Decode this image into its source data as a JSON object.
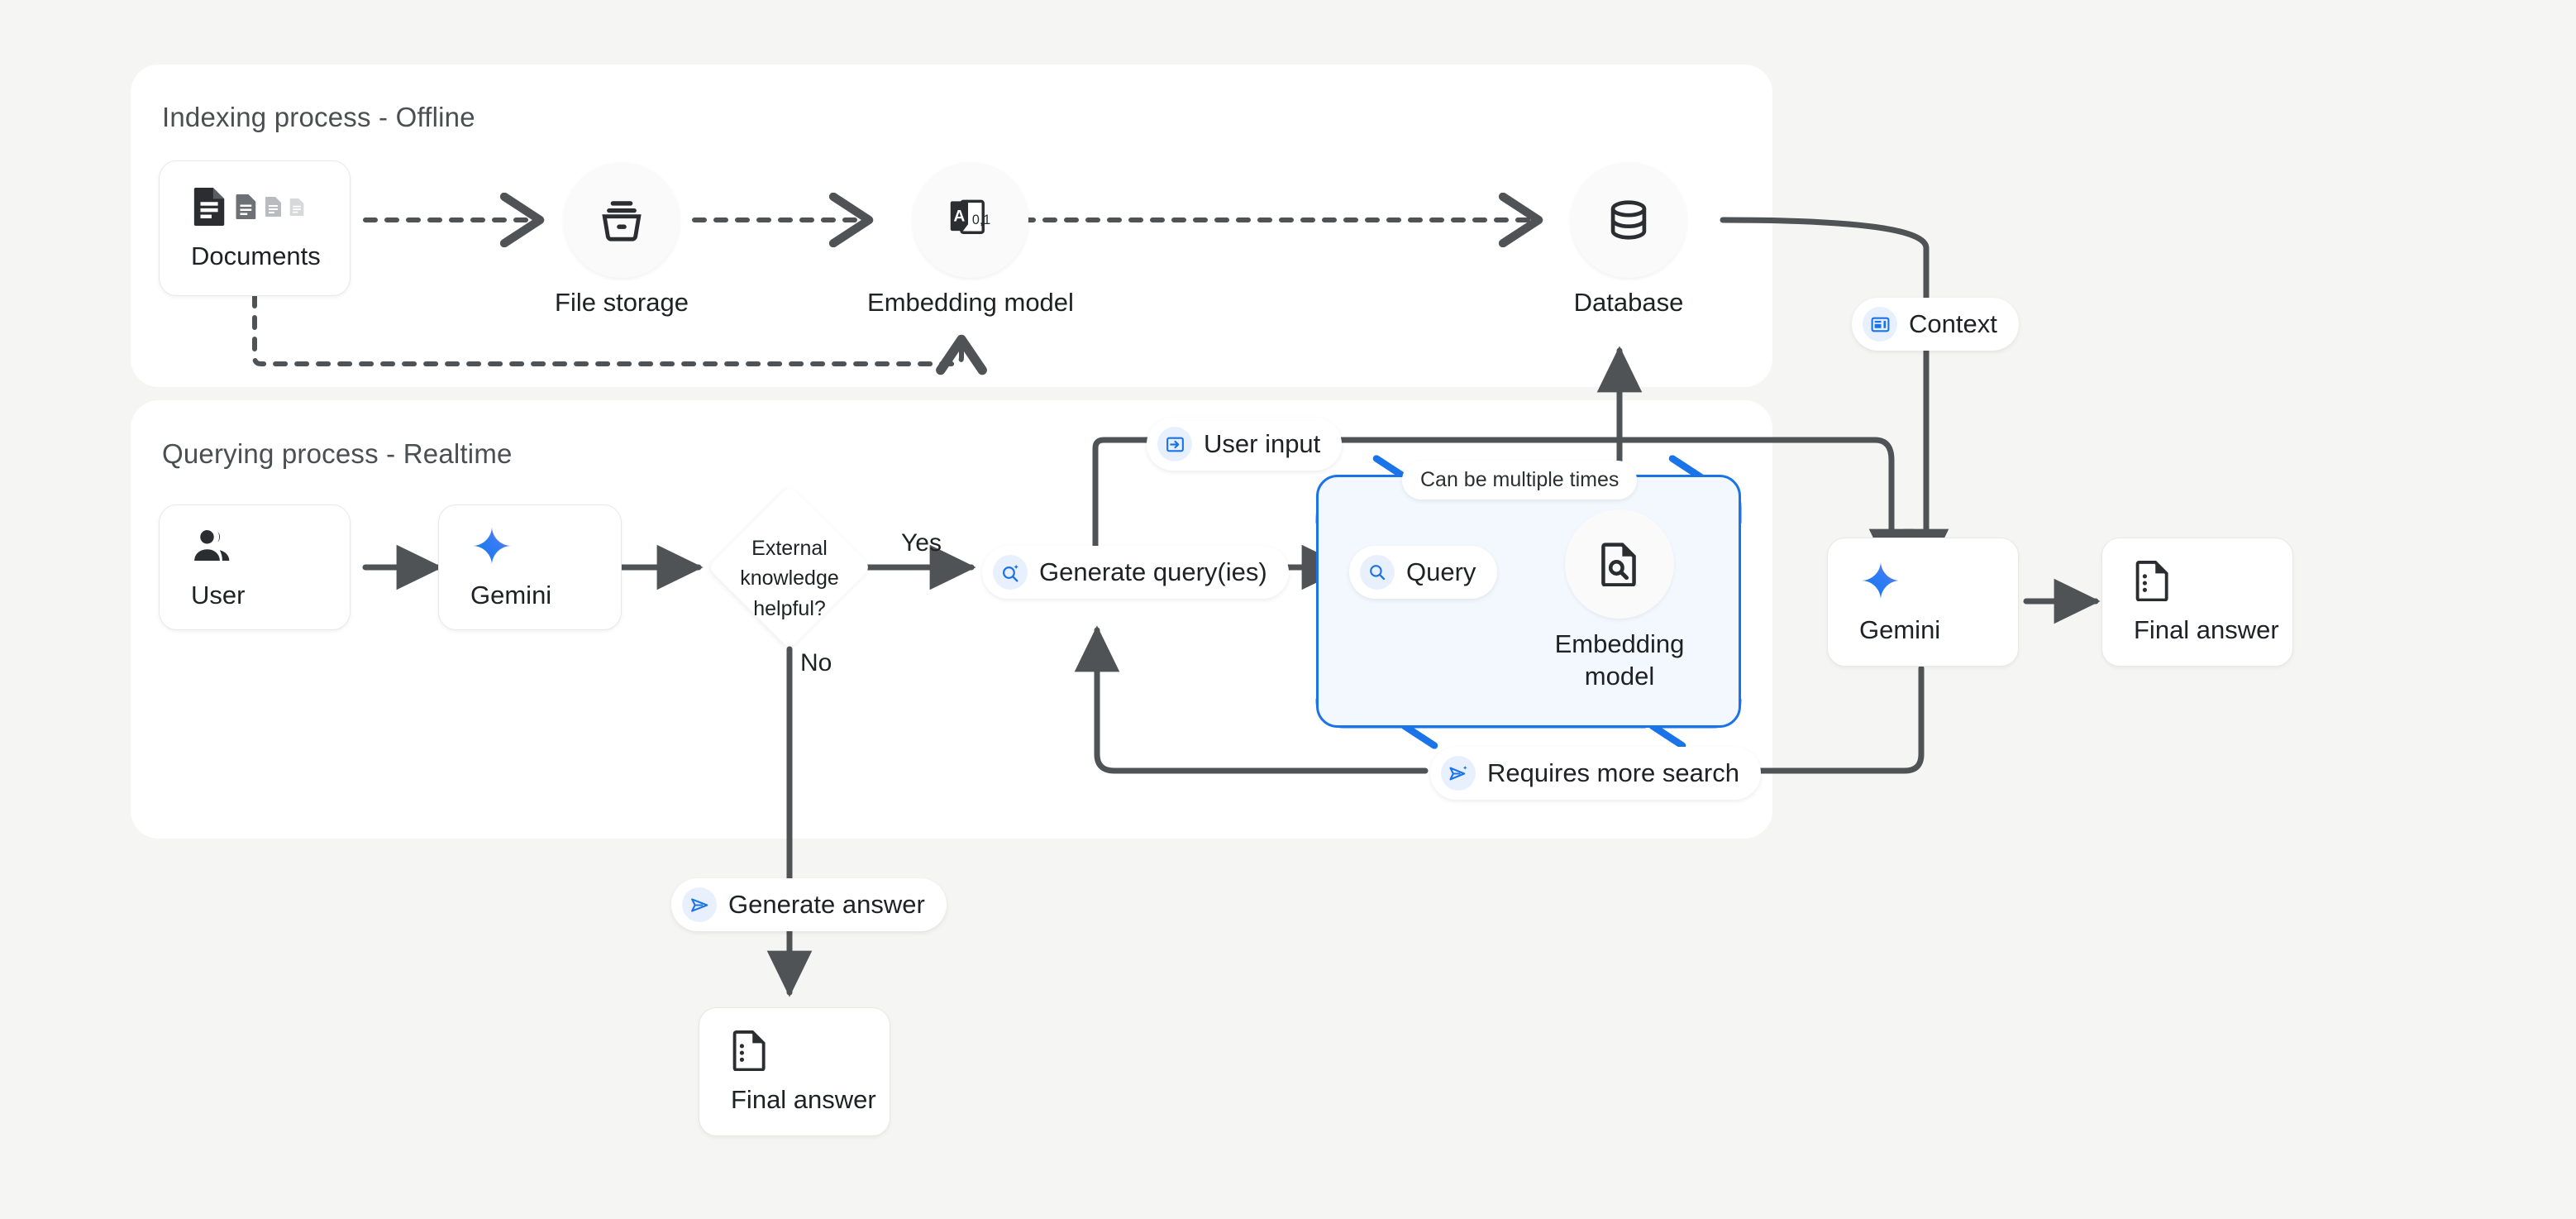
{
  "canvas": {
    "background": "#f5f5f3",
    "accent_blue": "#1a73e8",
    "edge_gray": "#4f5355"
  },
  "panels": [
    {
      "id": "indexing",
      "title": "Indexing process - Offline"
    },
    {
      "id": "querying",
      "title": "Querying process - Realtime"
    }
  ],
  "indexing": {
    "title": "Indexing process - Offline",
    "nodes": [
      {
        "id": "documents",
        "label": "Documents",
        "icon": "documents-icon",
        "shape": "card"
      },
      {
        "id": "filestorage",
        "label": "File storage",
        "icon": "file-storage-icon",
        "shape": "circle"
      },
      {
        "id": "embedding",
        "label": "Embedding model",
        "icon": "embedding-model-icon",
        "shape": "circle"
      },
      {
        "id": "database",
        "label": "Database",
        "icon": "database-icon",
        "shape": "circle"
      }
    ]
  },
  "querying": {
    "title": "Querying process - Realtime",
    "nodes": [
      {
        "id": "user",
        "label": "User",
        "icon": "user-icon",
        "shape": "card"
      },
      {
        "id": "gemini-left",
        "label": "Gemini",
        "icon": "gemini-icon",
        "shape": "card"
      },
      {
        "id": "gemini-right",
        "label": "Gemini",
        "icon": "gemini-icon",
        "shape": "card"
      },
      {
        "id": "final-answer-right",
        "label": "Final answer",
        "icon": "final-answer-icon",
        "shape": "card"
      },
      {
        "id": "final-answer-bottom",
        "label": "Final answer",
        "icon": "final-answer-icon",
        "shape": "card"
      },
      {
        "id": "embedding-query",
        "label": "Embedding model",
        "icon": "doc-search-icon",
        "shape": "circle"
      }
    ],
    "decision": {
      "id": "external-knowledge",
      "line1": "External",
      "line2": "knowledge",
      "line3": "helpful?",
      "yes_label": "Yes",
      "no_label": "No"
    },
    "chips": [
      {
        "id": "context",
        "label": "Context",
        "icon": "context-icon"
      },
      {
        "id": "user-input",
        "label": "User input",
        "icon": "user-input-icon"
      },
      {
        "id": "generate-query",
        "label": "Generate query(ies)",
        "icon": "search-spark-icon"
      },
      {
        "id": "query",
        "label": "Query",
        "icon": "search-icon"
      },
      {
        "id": "requires-search",
        "label": "Requires more search",
        "icon": "send-spark-icon"
      },
      {
        "id": "generate-answer",
        "label": "Generate answer",
        "icon": "send-icon"
      }
    ],
    "loop": {
      "id": "retrieval-loop",
      "note": "Can be multiple times",
      "border_color": "#1a73e8",
      "fill": "#f3f8fe"
    }
  }
}
